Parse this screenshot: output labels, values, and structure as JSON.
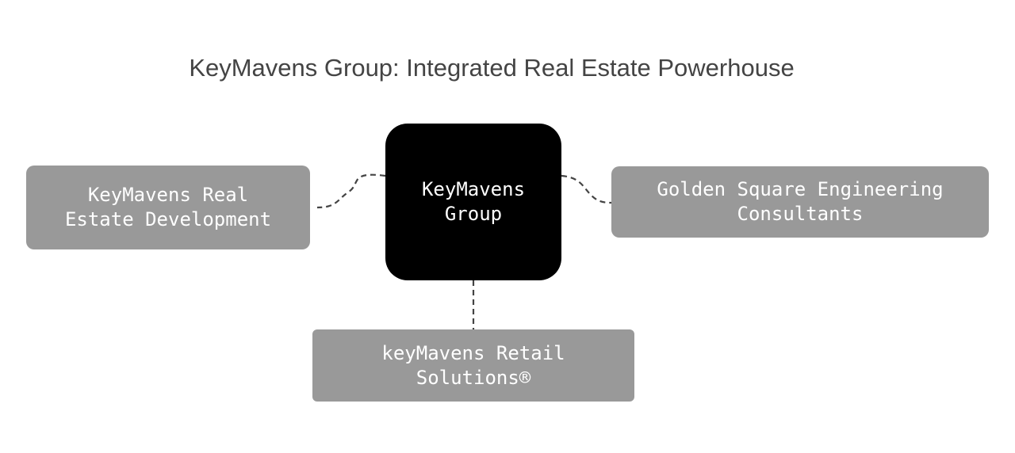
{
  "title": "KeyMavens Group: Integrated Real Estate Powerhouse",
  "colors": {
    "center_fill": "#000000",
    "child_fill": "#999999",
    "node_text": "#ffffff",
    "title_text": "#444444",
    "connector": "#444444"
  },
  "nodes": {
    "center": "KeyMavens\nGroup",
    "left": "KeyMavens Real\nEstate Development",
    "right": "Golden Square Engineering\nConsultants",
    "bottom": "keyMavens Retail\nSolutions®"
  },
  "edges": [
    {
      "from": "center",
      "to": "left",
      "style": "dashed"
    },
    {
      "from": "center",
      "to": "right",
      "style": "dashed"
    },
    {
      "from": "center",
      "to": "bottom",
      "style": "dashed"
    }
  ]
}
